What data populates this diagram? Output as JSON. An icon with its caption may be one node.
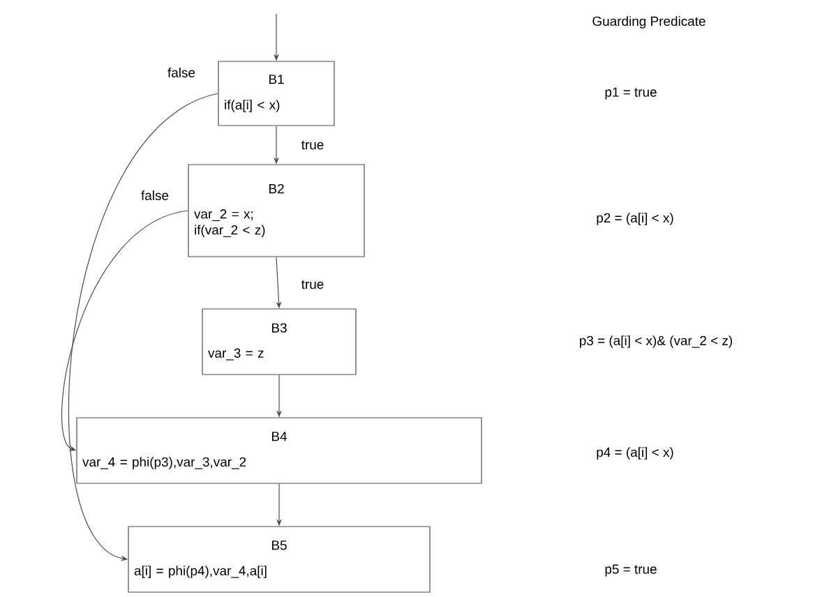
{
  "diagram": {
    "nodes": [
      {
        "text": [
          "B1",
          "if(a[i] < x)"
        ]
      },
      {
        "text": [
          "B2",
          "var_2 = x; if(var_2 < z)"
        ]
      },
      {
        "text": [
          "B3",
          "var_3 = z"
        ]
      },
      {
        "text": [
          "B4",
          "var_4 = phi(p3),var_3,var_2"
        ]
      },
      {
        "text": [
          "B5",
          "a[i] = phi(p4),var_4,a[i]"
        ]
      }
    ],
    "edges": [
      {
        "from": null,
        "to": 0,
        "arrow": "to"
      },
      {
        "from": 0,
        "to": 1,
        "arrow": "to",
        "label": "true"
      },
      {
        "from": 1,
        "to": 2,
        "arrow": "to",
        "label": "true"
      },
      {
        "from": 2,
        "to": 3,
        "arrow": "to"
      },
      {
        "from": 3,
        "to": 4,
        "arrow": "to"
      },
      {
        "from": 0,
        "to": 4,
        "arrow": "to",
        "label": "false"
      },
      {
        "from": 1,
        "to": 3,
        "arrow": "to",
        "label": "false"
      }
    ],
    "labels": [
      "Guarding Predicate",
      "p1 = true",
      "p2 = (a[i] < x)",
      "p3 = (a[i] < x)& (var_2 < z)",
      "p4 = (a[i] < x)",
      "p5 = true"
    ]
  }
}
